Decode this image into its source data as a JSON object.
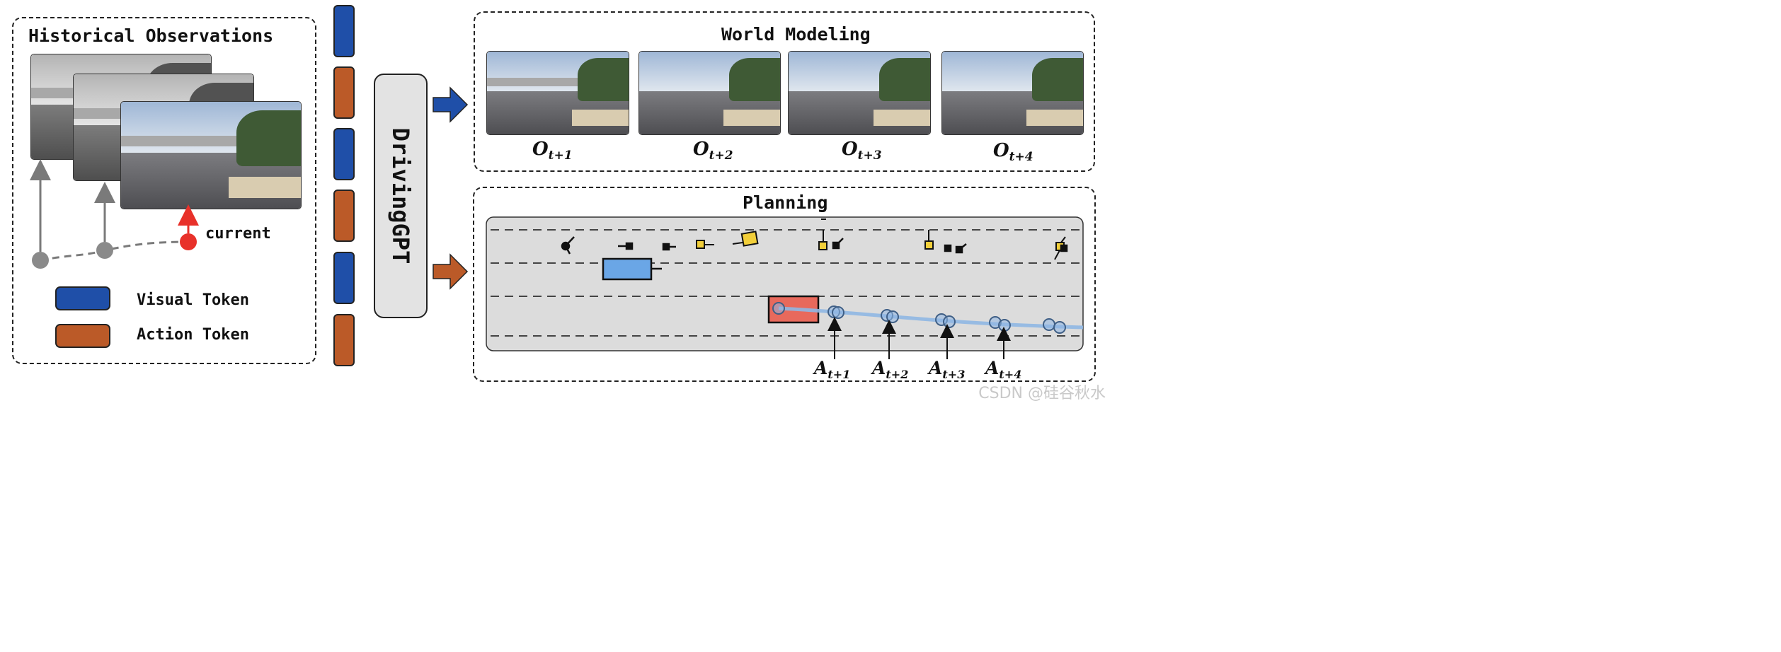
{
  "history": {
    "title": "Historical Observations",
    "current_label": "current",
    "legend": {
      "visual": "Visual Token",
      "action": "Action Token"
    }
  },
  "tokens": [
    "visual",
    "action",
    "visual",
    "action",
    "visual",
    "action"
  ],
  "model": {
    "name": "DrivingGPT"
  },
  "world_modeling": {
    "title": "World Modeling",
    "frames": [
      {
        "symbol": "O",
        "subscript": "t+1"
      },
      {
        "symbol": "O",
        "subscript": "t+2"
      },
      {
        "symbol": "O",
        "subscript": "t+3"
      },
      {
        "symbol": "O",
        "subscript": "t+4"
      }
    ]
  },
  "planning": {
    "title": "Planning",
    "actions": [
      {
        "symbol": "A",
        "subscript": "t+1"
      },
      {
        "symbol": "A",
        "subscript": "t+2"
      },
      {
        "symbol": "A",
        "subscript": "t+3"
      },
      {
        "symbol": "A",
        "subscript": "t+4"
      }
    ]
  },
  "colors": {
    "visual_token": "#1f4fa8",
    "action_token": "#bb5a28",
    "current_marker": "#e8312a",
    "ego_vehicle": "#e8695c",
    "other_vehicle": "#6aa6e6",
    "trajectory": "#8fb7e3"
  },
  "watermark": "CSDN @硅谷秋水"
}
